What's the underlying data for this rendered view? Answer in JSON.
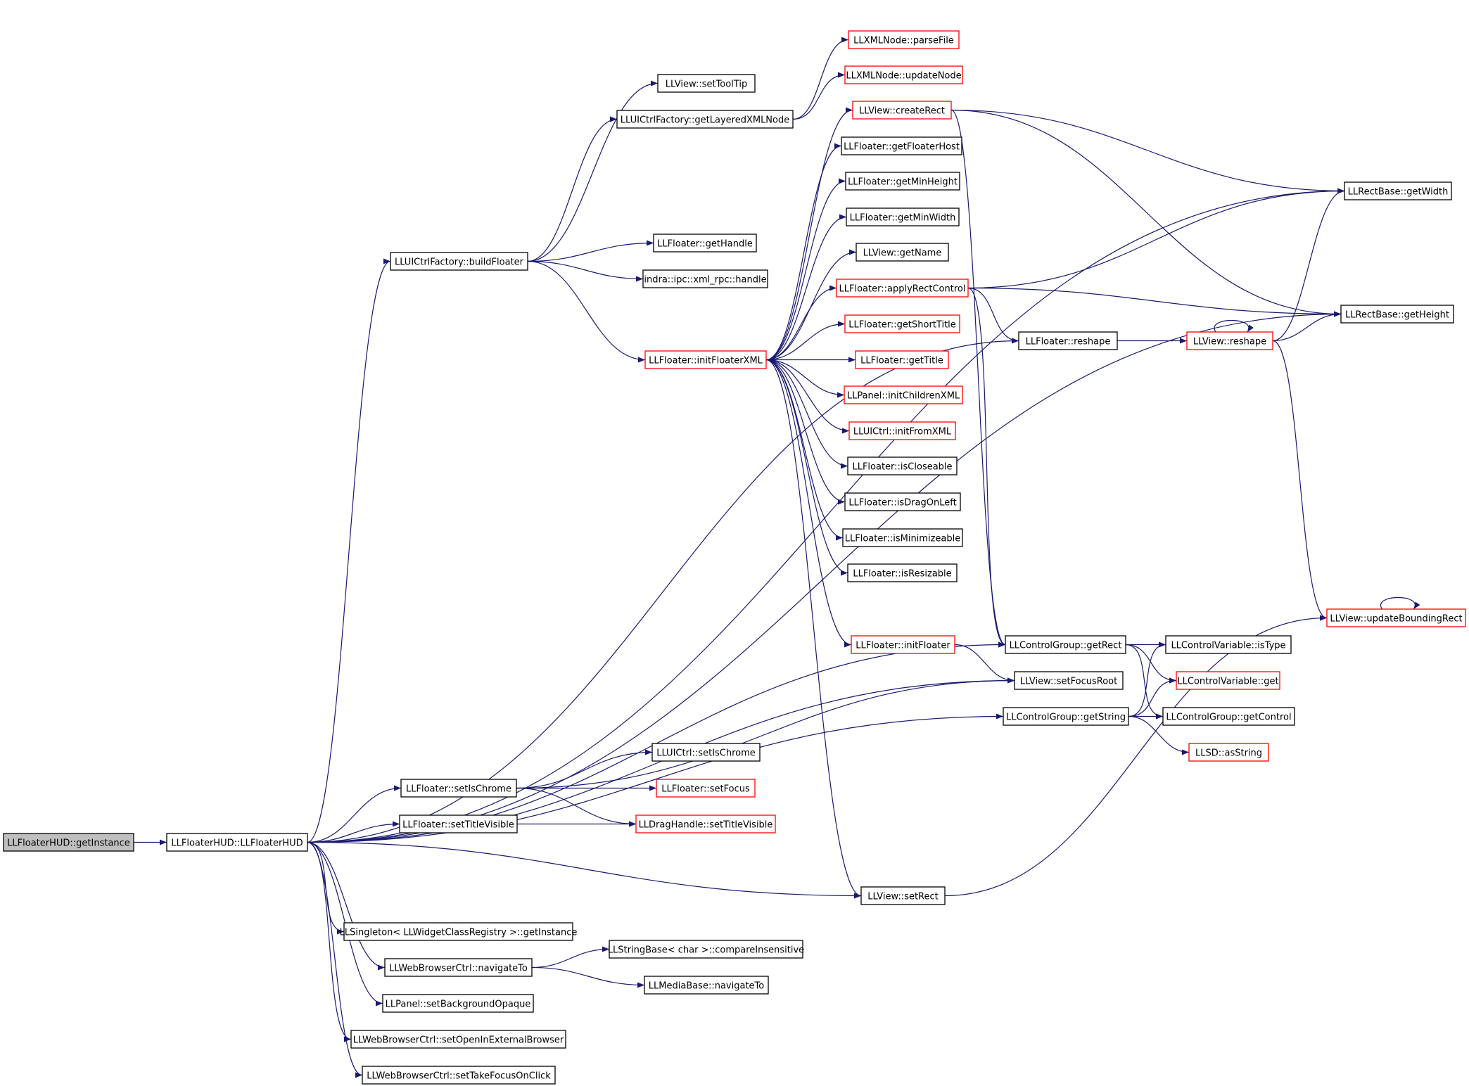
{
  "colors": {
    "edge": "#191970",
    "node_border": "#000000",
    "truncated_border": "#ff0000",
    "root_fill": "#bfbfbf",
    "node_fill": "#ffffff"
  },
  "nodes": [
    {
      "id": "root",
      "label": "LLFloaterHUD::getInstance",
      "style": "root"
    },
    {
      "id": "ctor",
      "label": "LLFloaterHUD::LLFloaterHUD",
      "style": "normal"
    },
    {
      "id": "buildFloater",
      "label": "LLUICtrlFactory::buildFloater",
      "style": "normal"
    },
    {
      "id": "setToolTip",
      "label": "LLView::setToolTip",
      "style": "normal"
    },
    {
      "id": "getLayered",
      "label": "LLUICtrlFactory::getLayeredXMLNode",
      "style": "normal"
    },
    {
      "id": "parseFile",
      "label": "LLXMLNode::parseFile",
      "style": "truncated"
    },
    {
      "id": "updateNode",
      "label": "LLXMLNode::updateNode",
      "style": "truncated"
    },
    {
      "id": "createRect",
      "label": "LLView::createRect",
      "style": "truncated"
    },
    {
      "id": "getFloaterHost",
      "label": "LLFloater::getFloaterHost",
      "style": "normal"
    },
    {
      "id": "getMinHeight",
      "label": "LLFloater::getMinHeight",
      "style": "normal"
    },
    {
      "id": "getMinWidth",
      "label": "LLFloater::getMinWidth",
      "style": "normal"
    },
    {
      "id": "getName",
      "label": "LLView::getName",
      "style": "normal"
    },
    {
      "id": "applyRect",
      "label": "LLFloater::applyRectControl",
      "style": "truncated"
    },
    {
      "id": "getShortTitle",
      "label": "LLFloater::getShortTitle",
      "style": "truncated"
    },
    {
      "id": "initFloaterXML",
      "label": "LLFloater::initFloaterXML",
      "style": "truncated"
    },
    {
      "id": "getTitle",
      "label": "LLFloater::getTitle",
      "style": "truncated"
    },
    {
      "id": "initChildren",
      "label": "LLPanel::initChildrenXML",
      "style": "truncated"
    },
    {
      "id": "initFromXML",
      "label": "LLUICtrl::initFromXML",
      "style": "truncated"
    },
    {
      "id": "isCloseable",
      "label": "LLFloater::isCloseable",
      "style": "normal"
    },
    {
      "id": "isDragOnLeft",
      "label": "LLFloater::isDragOnLeft",
      "style": "normal"
    },
    {
      "id": "isMinimizeable",
      "label": "LLFloater::isMinimizeable",
      "style": "normal"
    },
    {
      "id": "isResizable",
      "label": "LLFloater::isResizable",
      "style": "normal"
    },
    {
      "id": "getHandle",
      "label": "LLFloater::getHandle",
      "style": "normal"
    },
    {
      "id": "xmlrpc",
      "label": "indra::ipc::xml_rpc::handle",
      "style": "normal"
    },
    {
      "id": "getWidth",
      "label": "LLRectBase::getWidth",
      "style": "normal"
    },
    {
      "id": "getHeight",
      "label": "LLRectBase::getHeight",
      "style": "normal"
    },
    {
      "id": "fReshape",
      "label": "LLFloater::reshape",
      "style": "normal"
    },
    {
      "id": "vReshape",
      "label": "LLView::reshape",
      "style": "truncated"
    },
    {
      "id": "updateBR",
      "label": "LLView::updateBoundingRect",
      "style": "truncated"
    },
    {
      "id": "initFloater",
      "label": "LLFloater::initFloater",
      "style": "truncated"
    },
    {
      "id": "cgGetRect",
      "label": "LLControlGroup::getRect",
      "style": "normal"
    },
    {
      "id": "setFocusRoot",
      "label": "LLView::setFocusRoot",
      "style": "normal"
    },
    {
      "id": "cgGetString",
      "label": "LLControlGroup::getString",
      "style": "normal"
    },
    {
      "id": "isType",
      "label": "LLControlVariable::isType",
      "style": "normal"
    },
    {
      "id": "cvGet",
      "label": "LLControlVariable::get",
      "style": "truncated"
    },
    {
      "id": "getControl",
      "label": "LLControlGroup::getControl",
      "style": "normal"
    },
    {
      "id": "asString",
      "label": "LLSD::asString",
      "style": "truncated"
    },
    {
      "id": "setIsChrome",
      "label": "LLFloater::setIsChrome",
      "style": "normal"
    },
    {
      "id": "uiSetIsChrome",
      "label": "LLUICtrl::setIsChrome",
      "style": "normal"
    },
    {
      "id": "setFocus",
      "label": "LLFloater::setFocus",
      "style": "truncated"
    },
    {
      "id": "setTitleVisible",
      "label": "LLFloater::setTitleVisible",
      "style": "normal"
    },
    {
      "id": "dragSetTitle",
      "label": "LLDragHandle::setTitleVisible",
      "style": "truncated"
    },
    {
      "id": "setRect",
      "label": "LLView::setRect",
      "style": "normal"
    },
    {
      "id": "singleton",
      "label": "LLSingleton< LLWidgetClassRegistry >::getInstance",
      "style": "normal"
    },
    {
      "id": "navigateTo",
      "label": "LLWebBrowserCtrl::navigateTo",
      "style": "normal"
    },
    {
      "id": "compareInsens",
      "label": "LLStringBase< char >::compareInsensitive",
      "style": "normal"
    },
    {
      "id": "mediaNavigate",
      "label": "LLMediaBase::navigateTo",
      "style": "normal"
    },
    {
      "id": "setBgOpaque",
      "label": "LLPanel::setBackgroundOpaque",
      "style": "normal"
    },
    {
      "id": "setOpenExt",
      "label": "LLWebBrowserCtrl::setOpenInExternalBrowser",
      "style": "normal"
    },
    {
      "id": "setTakeFocus",
      "label": "LLWebBrowserCtrl::setTakeFocusOnClick",
      "style": "normal"
    }
  ],
  "edges": [
    [
      "root",
      "ctor"
    ],
    [
      "ctor",
      "buildFloater"
    ],
    [
      "ctor",
      "getWidth"
    ],
    [
      "ctor",
      "fReshape"
    ],
    [
      "ctor",
      "cgGetRect"
    ],
    [
      "ctor",
      "setFocusRoot"
    ],
    [
      "ctor",
      "cgGetString"
    ],
    [
      "ctor",
      "setIsChrome"
    ],
    [
      "ctor",
      "setTitleVisible"
    ],
    [
      "ctor",
      "getHeight"
    ],
    [
      "ctor",
      "setRect"
    ],
    [
      "ctor",
      "singleton"
    ],
    [
      "ctor",
      "navigateTo"
    ],
    [
      "ctor",
      "setBgOpaque"
    ],
    [
      "ctor",
      "setOpenExt"
    ],
    [
      "ctor",
      "setTakeFocus"
    ],
    [
      "buildFloater",
      "getLayered"
    ],
    [
      "buildFloater",
      "setToolTip"
    ],
    [
      "buildFloater",
      "getHandle"
    ],
    [
      "buildFloater",
      "xmlrpc"
    ],
    [
      "buildFloater",
      "initFloaterXML"
    ],
    [
      "getLayered",
      "parseFile"
    ],
    [
      "getLayered",
      "updateNode"
    ],
    [
      "initFloaterXML",
      "createRect"
    ],
    [
      "initFloaterXML",
      "getFloaterHost"
    ],
    [
      "initFloaterXML",
      "getMinHeight"
    ],
    [
      "initFloaterXML",
      "getMinWidth"
    ],
    [
      "initFloaterXML",
      "getName"
    ],
    [
      "initFloaterXML",
      "applyRect"
    ],
    [
      "initFloaterXML",
      "getShortTitle"
    ],
    [
      "initFloaterXML",
      "getTitle"
    ],
    [
      "initFloaterXML",
      "initChildren"
    ],
    [
      "initFloaterXML",
      "initFromXML"
    ],
    [
      "initFloaterXML",
      "isCloseable"
    ],
    [
      "initFloaterXML",
      "isDragOnLeft"
    ],
    [
      "initFloaterXML",
      "isMinimizeable"
    ],
    [
      "initFloaterXML",
      "isResizable"
    ],
    [
      "initFloaterXML",
      "initFloater"
    ],
    [
      "initFloaterXML",
      "setRect"
    ],
    [
      "createRect",
      "getWidth"
    ],
    [
      "createRect",
      "getHeight"
    ],
    [
      "createRect",
      "cgGetRect"
    ],
    [
      "applyRect",
      "getWidth"
    ],
    [
      "applyRect",
      "getHeight"
    ],
    [
      "applyRect",
      "fReshape"
    ],
    [
      "applyRect",
      "cgGetRect"
    ],
    [
      "fReshape",
      "vReshape"
    ],
    [
      "vReshape",
      "vReshape"
    ],
    [
      "vReshape",
      "getWidth"
    ],
    [
      "vReshape",
      "getHeight"
    ],
    [
      "vReshape",
      "updateBR"
    ],
    [
      "updateBR",
      "updateBR"
    ],
    [
      "initFloater",
      "setFocusRoot"
    ],
    [
      "cgGetRect",
      "isType"
    ],
    [
      "cgGetRect",
      "cvGet"
    ],
    [
      "cgGetRect",
      "getControl"
    ],
    [
      "cgGetString",
      "isType"
    ],
    [
      "cgGetString",
      "cvGet"
    ],
    [
      "cgGetString",
      "getControl"
    ],
    [
      "cgGetString",
      "asString"
    ],
    [
      "setIsChrome",
      "uiSetIsChrome"
    ],
    [
      "setIsChrome",
      "setFocus"
    ],
    [
      "setIsChrome",
      "dragSetTitle"
    ],
    [
      "setIsChrome",
      "setFocusRoot"
    ],
    [
      "setTitleVisible",
      "dragSetTitle"
    ],
    [
      "setRect",
      "updateBR"
    ],
    [
      "navigateTo",
      "compareInsens"
    ],
    [
      "navigateTo",
      "mediaNavigate"
    ]
  ]
}
